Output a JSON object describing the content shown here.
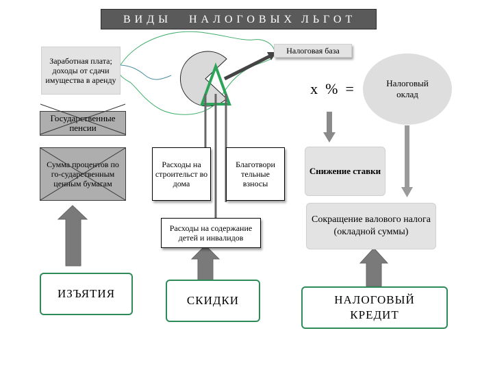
{
  "title": {
    "w1": "ВИДЫ",
    "w2": "НАЛОГОВЫХ",
    "w3": "ЛЬГОТ"
  },
  "wages_box": "Заработная плата; доходы от сдачи имущества в аренду",
  "tax_base": "Налоговая база",
  "formula": "х  %  =",
  "tax_salary": "Налоговый оклад",
  "state_pensions": "Государственные пенсии",
  "bond_interest": "Сумма процентов по го-сударственным ценным бумагам",
  "housing_costs": "Расходы на строительст во дома",
  "charity": "Благотвори тельные взносы",
  "child_costs": "Расходы на содержание детей и инвалидов",
  "rate_reduction": "Снижение ставки",
  "gross_tax_reduction": "Сокращение валового налога (окладной суммы)",
  "exemptions": "ИЗЪЯТИЯ",
  "discounts": "СКИДКИ",
  "tax_credit": "НАЛОГОВЫЙ КРЕДИТ"
}
